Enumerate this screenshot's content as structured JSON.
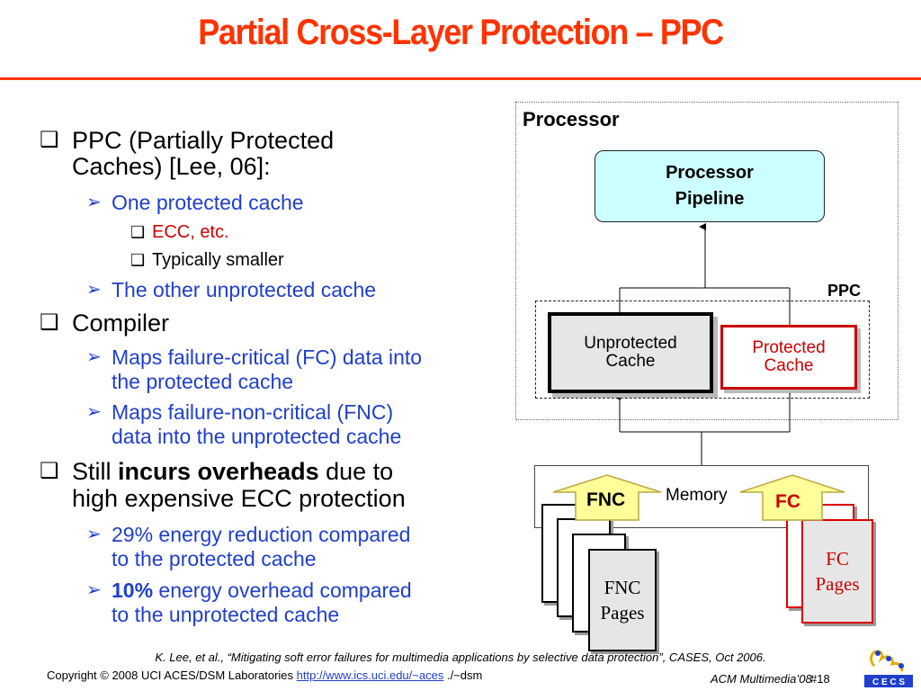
{
  "slide": {
    "title": "Partial Cross-Layer Protection – PPC",
    "colors": {
      "title": "#ff3300",
      "link_blue": "#1f3fcc",
      "red": "#cc0000",
      "pipeline_fill": "#ccffff",
      "fc_arrow_fill": "#ffff99"
    }
  },
  "bullets": {
    "b1_line1": "PPC (Partially Protected",
    "b1_line2": "Caches) [Lee, 06]:",
    "b1_s1": "One protected cache",
    "b1_s1_a": "ECC, etc.",
    "b1_s1_b": "Typically smaller",
    "b1_s2": "The other unprotected cache",
    "b2": "Compiler",
    "b2_s1_line1": "Maps failure-critical (FC) data into",
    "b2_s1_line2": "the protected cache",
    "b2_s2_line1": "Maps failure-non-critical (FNC)",
    "b2_s2_line2": "data into the unprotected cache",
    "b3_pre": "Still ",
    "b3_bold": "incurs overheads",
    "b3_post": " due to",
    "b3_line2": "high expensive ECC protection",
    "b3_s1_line1": "29% energy reduction compared",
    "b3_s1_line2": "to the protected cache",
    "b3_s2_bold": "10%",
    "b3_s2_rest": " energy overhead compared",
    "b3_s2_line2": "to the unprotected cache"
  },
  "diagram": {
    "processor": "Processor",
    "pipeline_line1": "Processor",
    "pipeline_line2": "Pipeline",
    "ppc": "PPC",
    "unprot_line1": "Unprotected",
    "unprot_line2": "Cache",
    "prot_line1": "Protected",
    "prot_line2": "Cache",
    "memory": "Memory",
    "fnc_arrow": "FNC",
    "fc_arrow": "FC",
    "fnc_pages_line1": "FNC",
    "fnc_pages_line2": "Pages",
    "fc_pages_line1": "FC",
    "fc_pages_line2": "Pages"
  },
  "footer": {
    "reference": "K. Lee, et al., “Mitigating soft error failures for multimedia applications by selective data protection”, CASES, Oct 2006.",
    "copyright": "Copyright © 2008  UCI ACES/DSM Laboratories ",
    "url": "http://www.ics.uci.edu/~aces",
    "path": " ./~dsm",
    "conference": "ACM Multimedia’08",
    "slide_number": "#18",
    "logo_text": "C E C S"
  }
}
